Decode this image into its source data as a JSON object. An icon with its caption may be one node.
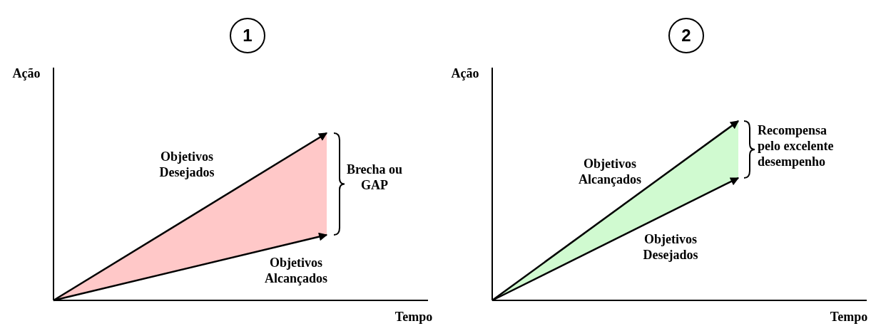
{
  "diagram": {
    "nodes": [
      {
        "text": [
          "1"
        ]
      },
      {
        "text": [
          "2"
        ]
      }
    ],
    "edges": [],
    "labels": [
      "Ação",
      "Objetivos Desejados",
      "Brecha ou GAP",
      "Objetivos Alcançados",
      "Tempo",
      "Ação",
      "Objetivos Alcançados",
      "Recompensa pelo excelente desempenho",
      "Objetivos Desejados",
      "Tempo"
    ]
  }
}
